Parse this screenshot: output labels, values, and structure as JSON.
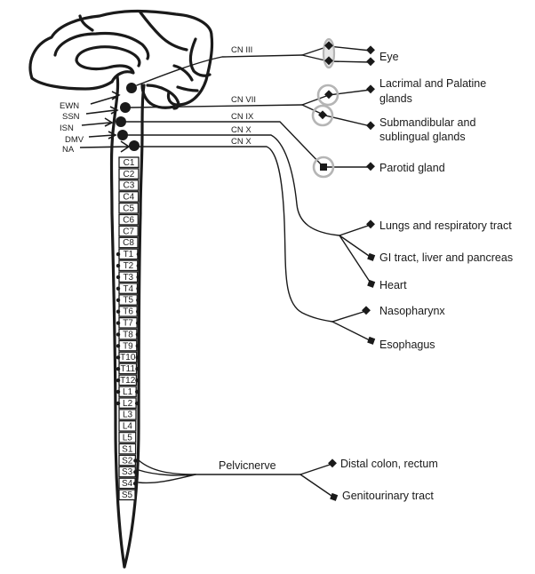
{
  "nuclei": [
    {
      "id": "ewn",
      "label": "EWN"
    },
    {
      "id": "ssn",
      "label": "SSN"
    },
    {
      "id": "isn",
      "label": "ISN"
    },
    {
      "id": "dmv",
      "label": "DMV"
    },
    {
      "id": "na",
      "label": "NA"
    }
  ],
  "cranial_nerves": [
    {
      "id": "cn3",
      "label": "CN III"
    },
    {
      "id": "cn7",
      "label": "CN VII"
    },
    {
      "id": "cn9",
      "label": "CN IX"
    },
    {
      "id": "cn10a",
      "label": "CN X"
    },
    {
      "id": "cn10b",
      "label": "CN X"
    }
  ],
  "segments": [
    "C1",
    "C2",
    "C3",
    "C4",
    "C5",
    "C6",
    "C7",
    "C8",
    "T1",
    "T2",
    "T3",
    "T4",
    "T5",
    "T6",
    "T7",
    "T8",
    "T9",
    "T10",
    "T11",
    "T12",
    "L1",
    "L2",
    "L3",
    "L4",
    "L5",
    "S1",
    "S2",
    "S3",
    "S4",
    "S5"
  ],
  "pelvic_nerve_label": "Pelvicnerve",
  "targets": {
    "eye": "Eye",
    "lacrimal_line1": "Lacrimal and Palatine",
    "lacrimal_line2": "glands",
    "submandibular_line1": "Submandibular and",
    "submandibular_line2": "sublingual glands",
    "parotid": "Parotid gland",
    "lungs": "Lungs and respiratory tract",
    "gi": "GI tract, liver and pancreas",
    "heart": "Heart",
    "nasopharynx": "Nasopharynx",
    "esophagus": "Esophagus",
    "distal_colon": "Distal colon, rectum",
    "genitourinary": "Genitourinary tract"
  }
}
